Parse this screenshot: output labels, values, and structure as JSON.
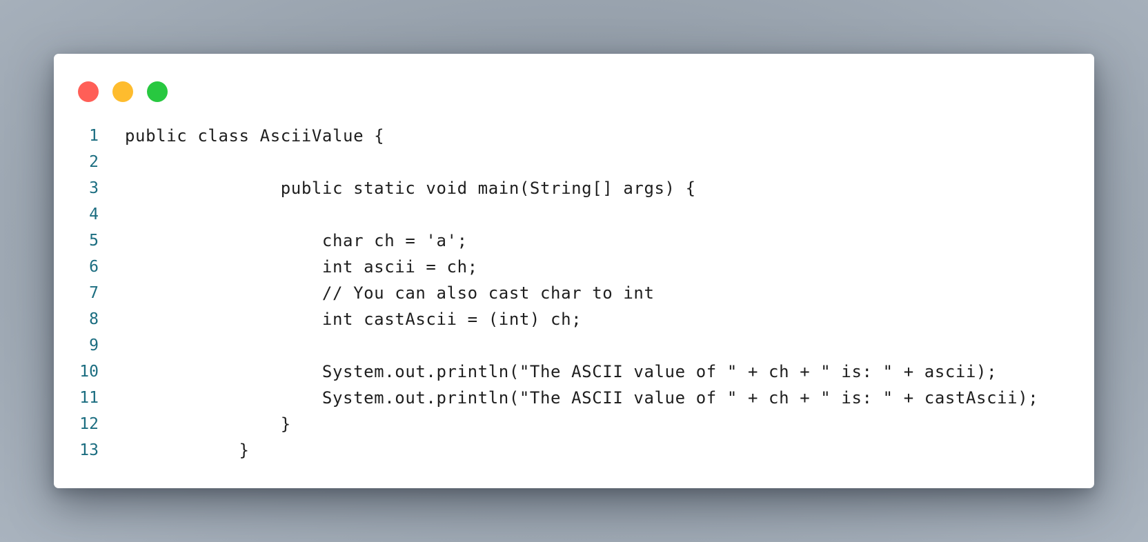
{
  "window": {
    "controls": [
      {
        "name": "close",
        "color": "#ff5f57"
      },
      {
        "name": "minimize",
        "color": "#febc2e"
      },
      {
        "name": "maximize",
        "color": "#28c840"
      }
    ]
  },
  "code": {
    "lines": [
      {
        "number": "1",
        "text": "public class AsciiValue {"
      },
      {
        "number": "2",
        "text": ""
      },
      {
        "number": "3",
        "text": "               public static void main(String[] args) {"
      },
      {
        "number": "4",
        "text": ""
      },
      {
        "number": "5",
        "text": "                   char ch = 'a';"
      },
      {
        "number": "6",
        "text": "                   int ascii = ch;"
      },
      {
        "number": "7",
        "text": "                   // You can also cast char to int"
      },
      {
        "number": "8",
        "text": "                   int castAscii = (int) ch;"
      },
      {
        "number": "9",
        "text": ""
      },
      {
        "number": "10",
        "text": "                   System.out.println(\"The ASCII value of \" + ch + \" is: \" + ascii);"
      },
      {
        "number": "11",
        "text": "                   System.out.println(\"The ASCII value of \" + ch + \" is: \" + castAscii);"
      },
      {
        "number": "12",
        "text": "               }"
      },
      {
        "number": "13",
        "text": "           }"
      }
    ]
  }
}
